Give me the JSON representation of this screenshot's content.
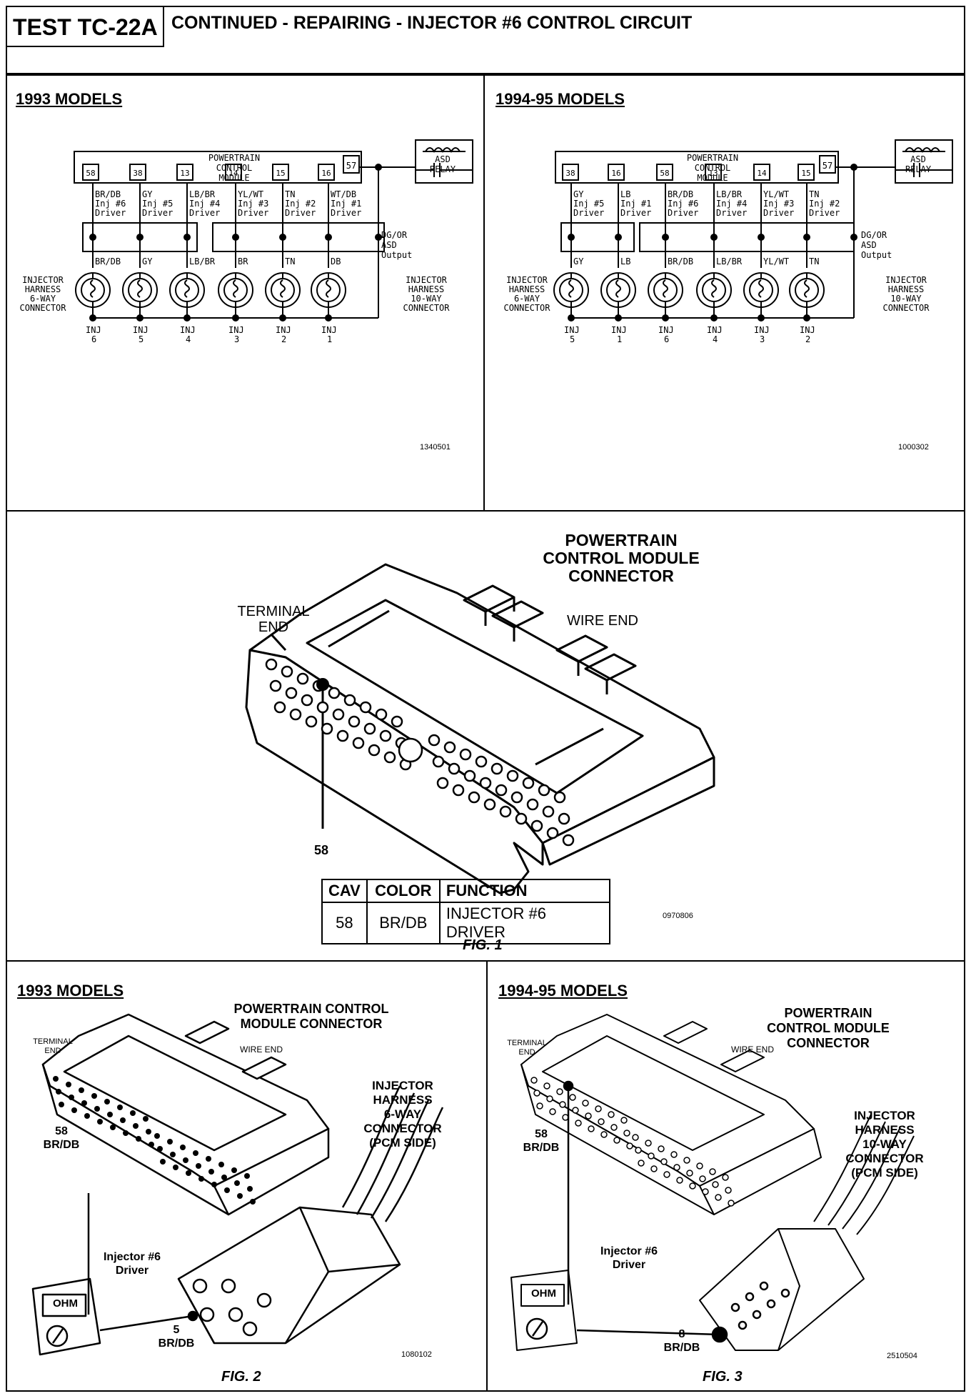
{
  "header": {
    "test_id": "TEST TC-22A",
    "title": "CONTINUED - REPAIRING - INJECTOR #6 CONTROL CIRCUIT"
  },
  "top": {
    "left": {
      "heading": "1993 MODELS",
      "pcm_label": [
        "POWERTRAIN",
        "CONTROL",
        "MODULE"
      ],
      "asd_label": [
        "ASD",
        "RELAY"
      ],
      "asd_output": [
        "DG/OR",
        "ASD",
        "Output"
      ],
      "harness6_label": [
        "INJECTOR",
        "HARNESS",
        "6-WAY",
        "CONNECTOR"
      ],
      "harness10_label": [
        "INJECTOR",
        "HARNESS",
        "10-WAY",
        "CONNECTOR"
      ],
      "terminals": [
        "58",
        "38",
        "13",
        "14",
        "15",
        "16"
      ],
      "asd_terminal": "57",
      "drivers": [
        {
          "wire": "BR/DB",
          "inj": "Inj #6",
          "role": "Driver"
        },
        {
          "wire": "GY",
          "inj": "Inj #5",
          "role": "Driver"
        },
        {
          "wire": "LB/BR",
          "inj": "Inj #4",
          "role": "Driver"
        },
        {
          "wire": "YL/WT",
          "inj": "Inj #3",
          "role": "Driver"
        },
        {
          "wire": "TN",
          "inj": "Inj #2",
          "role": "Driver"
        },
        {
          "wire": "WT/DB",
          "inj": "Inj #1",
          "role": "Driver"
        }
      ],
      "lower_wires": [
        "BR/DB",
        "GY",
        "LB/BR",
        "BR",
        "TN",
        "DB"
      ],
      "injectors": [
        {
          "word": "INJ",
          "num": "6"
        },
        {
          "word": "INJ",
          "num": "5"
        },
        {
          "word": "INJ",
          "num": "4"
        },
        {
          "word": "INJ",
          "num": "3"
        },
        {
          "word": "INJ",
          "num": "2"
        },
        {
          "word": "INJ",
          "num": "1"
        }
      ],
      "ref": "1340501"
    },
    "right": {
      "heading": "1994-95 MODELS",
      "pcm_label": [
        "POWERTRAIN",
        "CONTROL",
        "MODULE"
      ],
      "asd_label": [
        "ASD",
        "RELAY"
      ],
      "asd_output": [
        "DG/OR",
        "ASD",
        "Output"
      ],
      "harness6_label": [
        "INJECTOR",
        "HARNESS",
        "6-WAY",
        "CONNECTOR"
      ],
      "harness10_label": [
        "INJECTOR",
        "HARNESS",
        "10-WAY",
        "CONNECTOR"
      ],
      "terminals": [
        "38",
        "16",
        "58",
        "13",
        "14",
        "15"
      ],
      "asd_terminal": "57",
      "drivers": [
        {
          "wire": "GY",
          "inj": "Inj #5",
          "role": "Driver"
        },
        {
          "wire": "LB",
          "inj": "Inj #1",
          "role": "Driver"
        },
        {
          "wire": "BR/DB",
          "inj": "Inj #6",
          "role": "Driver"
        },
        {
          "wire": "LB/BR",
          "inj": "Inj #4",
          "role": "Driver"
        },
        {
          "wire": "YL/WT",
          "inj": "Inj #3",
          "role": "Driver"
        },
        {
          "wire": "TN",
          "inj": "Inj #2",
          "role": "Driver"
        }
      ],
      "lower_wires": [
        "GY",
        "LB",
        "BR/DB",
        "LB/BR",
        "YL/WT",
        "TN"
      ],
      "injectors": [
        {
          "word": "INJ",
          "num": "5"
        },
        {
          "word": "INJ",
          "num": "1"
        },
        {
          "word": "INJ",
          "num": "6"
        },
        {
          "word": "INJ",
          "num": "4"
        },
        {
          "word": "INJ",
          "num": "3"
        },
        {
          "word": "INJ",
          "num": "2"
        }
      ],
      "ref": "1000302"
    }
  },
  "fig1": {
    "title_lines": [
      "POWERTRAIN",
      "CONTROL MODULE",
      "CONNECTOR"
    ],
    "terminal_end_lines": [
      "TERMINAL",
      "END"
    ],
    "wire_end": "WIRE END",
    "pin_callout": "58",
    "table": {
      "headers": [
        "CAV",
        "COLOR",
        "FUNCTION"
      ],
      "rows": [
        [
          "58",
          "BR/DB",
          "INJECTOR #6 DRIVER"
        ]
      ]
    },
    "ref": "0970806",
    "caption": "FIG. 1"
  },
  "fig2": {
    "heading": "1993 MODELS",
    "pcm_lines": [
      "POWERTRAIN CONTROL",
      "MODULE CONNECTOR"
    ],
    "terminal_end_lines": [
      "TERMINAL",
      "END"
    ],
    "wire_end": "WIRE END",
    "pin_lines": [
      "58",
      "BR/DB"
    ],
    "harness_lines": [
      "INJECTOR",
      "HARNESS",
      "6-WAY",
      "CONNECTOR",
      "(PCM SIDE)"
    ],
    "driver_lines": [
      "Injector #6",
      "Driver"
    ],
    "meter": "OHM",
    "cav_lines": [
      "5",
      "BR/DB"
    ],
    "ref": "1080102",
    "caption": "FIG. 2"
  },
  "fig3": {
    "heading": "1994-95 MODELS",
    "pcm_lines": [
      "POWERTRAIN",
      "CONTROL MODULE",
      "CONNECTOR"
    ],
    "terminal_end_lines": [
      "TERMINAL",
      "END"
    ],
    "wire_end": "WIRE END",
    "pin_lines": [
      "58",
      "BR/DB"
    ],
    "harness_lines": [
      "INJECTOR",
      "HARNESS",
      "10-WAY",
      "CONNECTOR",
      "(PCM SIDE)"
    ],
    "driver_lines": [
      "Injector #6",
      "Driver"
    ],
    "meter": "OHM",
    "cav_lines": [
      "8",
      "BR/DB"
    ],
    "ref": "2510504",
    "caption": "FIG. 3"
  }
}
